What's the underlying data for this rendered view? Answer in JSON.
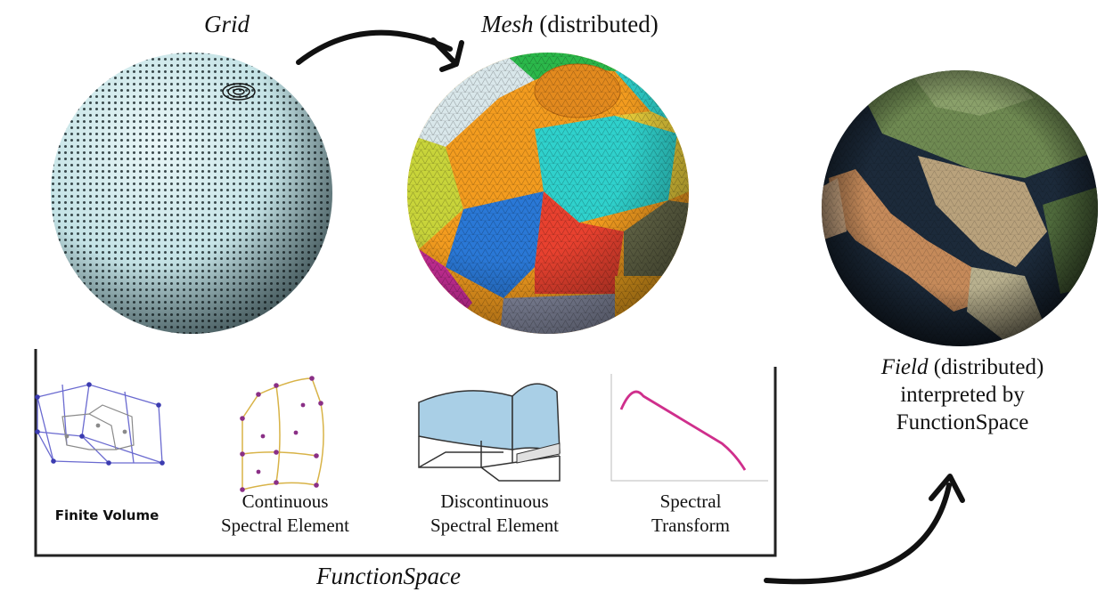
{
  "grid": {
    "title": "Grid"
  },
  "mesh": {
    "title_italic": "Mesh",
    "title_rest": " (distributed)"
  },
  "field": {
    "line1_italic": "Field",
    "line1_rest": " (distributed)",
    "line2": "interpreted by",
    "line3": "FunctionSpace"
  },
  "function_spaces": [
    {
      "lines": [
        "Finite Volume"
      ]
    },
    {
      "lines": [
        "Continuous",
        "Spectral Element"
      ]
    },
    {
      "lines": [
        "Discontinuous",
        "Spectral Element"
      ]
    },
    {
      "lines": [
        "Spectral",
        "Transform"
      ]
    }
  ],
  "function_space_caption": "FunctionSpace",
  "colors": {
    "grid_sphere": "#cfe8ea",
    "mesh_palette": [
      "#f39c1f",
      "#2fd1cc",
      "#e8412f",
      "#2a78d6",
      "#c8d43a",
      "#d9e7ea",
      "#2bb84a",
      "#cf2f9c",
      "#6b6e4d",
      "#8a8fa6",
      "#6a3fb0",
      "#f2a51e"
    ],
    "earth_ocean": "#1c2a3a",
    "earth_land": "#6f8a52",
    "earth_desert": "#b9a27c",
    "spectral_curve": "#cf2f8c",
    "element_lines": "#d8b347",
    "element_nodes": "#8a2f86",
    "fv_lines": "#6a6ad0",
    "dg_fill": "#a9cfe6"
  }
}
